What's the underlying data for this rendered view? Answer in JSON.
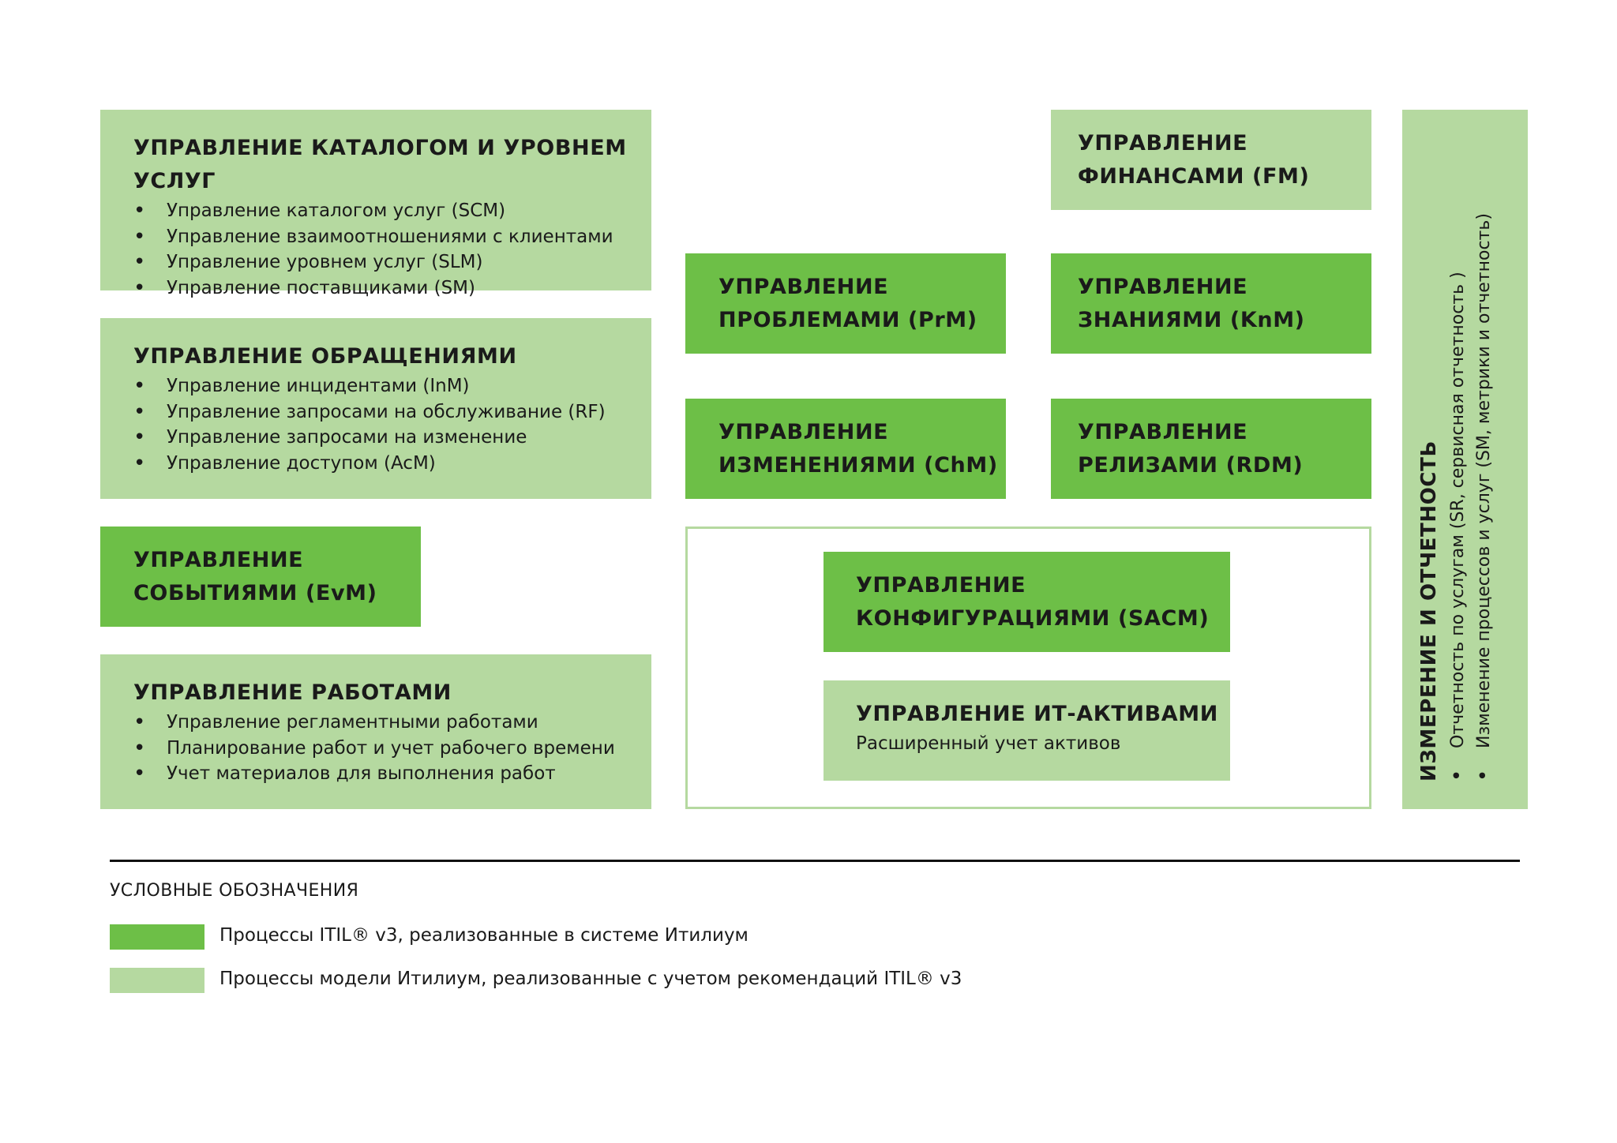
{
  "catalog": {
    "title": "УПРАВЛЕНИЕ КАТАЛОГОМ И УРОВНЕМ УСЛУГ",
    "items": [
      "Управление каталогом услуг (SCM)",
      "Управление взаимоотношениями с клиентами",
      "Управление уровнем услуг (SLM)",
      "Управление поставщиками (SM)"
    ]
  },
  "requests": {
    "title": "УПРАВЛЕНИЕ ОБРАЩЕНИЯМИ",
    "items": [
      "Управление инцидентами (InM)",
      "Управление запросами на обслуживание (RF)",
      "Управление запросами на изменение",
      "Управление доступом (AcM)"
    ]
  },
  "events": {
    "line1": "УПРАВЛЕНИЕ",
    "line2": "СОБЫТИЯМИ (EvM)"
  },
  "works": {
    "title": "УПРАВЛЕНИЕ РАБОТАМИ",
    "items": [
      "Управление регламентными работами",
      "Планирование работ и учет рабочего времени",
      "Учет материалов для выполнения работ"
    ]
  },
  "finance": {
    "line1": "УПРАВЛЕНИЕ",
    "line2": "ФИНАНСАМИ (FM)"
  },
  "problems": {
    "line1": "УПРАВЛЕНИЕ",
    "line2": "ПРОБЛЕМАМИ (PrM)"
  },
  "knowledge": {
    "line1": "УПРАВЛЕНИЕ",
    "line2": "ЗНАНИЯМИ (KnM)"
  },
  "changes": {
    "line1": "УПРАВЛЕНИЕ",
    "line2": "ИЗМЕНЕНИЯМИ (ChM)"
  },
  "releases": {
    "line1": "УПРАВЛЕНИЕ",
    "line2": "РЕЛИЗАМИ (RDM)"
  },
  "config": {
    "line1": "УПРАВЛЕНИЕ",
    "line2": "КОНФИГУРАЦИЯМИ (SACM)"
  },
  "assets": {
    "title": "УПРАВЛЕНИЕ ИТ-АКТИВАМИ",
    "sub": "Расширенный учет активов"
  },
  "measurement": {
    "title": "ИЗМЕРЕНИЕ И ОТЧЕТНОСТЬ",
    "items": [
      "Отчетность по услугам (SR, сервисная отчетность )",
      "Изменение процессов и услуг (SM, метрики и отчетность)"
    ]
  },
  "legend": {
    "title": "УСЛОВНЫЕ ОБОЗНАЧЕНИЯ",
    "item1": "Процессы ITIL® v3, реализованные в системе Итилиум",
    "item2": "Процессы модели Итилиум, реализованные с учетом рекомендаций ITIL® v3"
  },
  "colors": {
    "implemented": "#6dbf47",
    "recommended": "#b5d9a0"
  }
}
